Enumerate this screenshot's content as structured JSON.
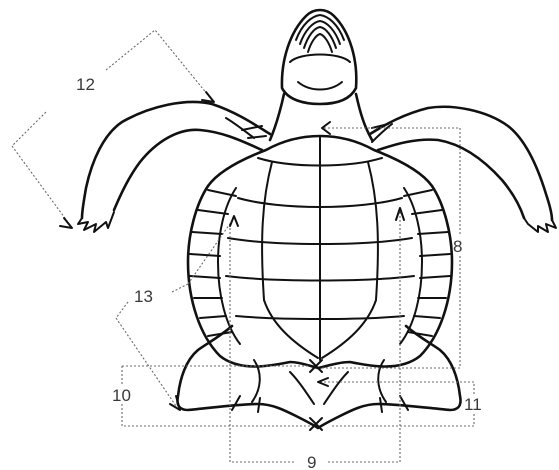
{
  "diagram": {
    "measurement_labels": {
      "flipper_length": "12",
      "carapace_length": "8",
      "carapace_width": "9",
      "rear_flipper_length": "10",
      "tail_length": "11",
      "carapace_curve": "13"
    }
  }
}
